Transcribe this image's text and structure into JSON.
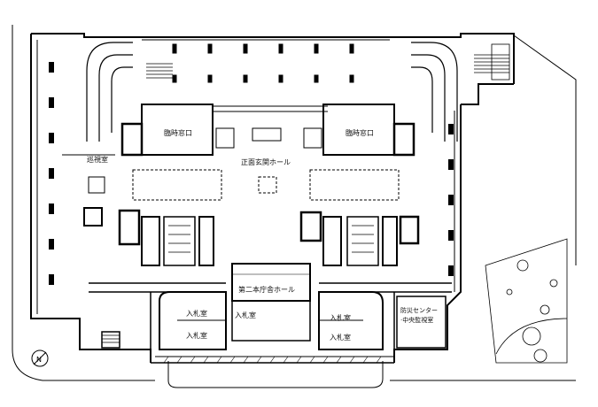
{
  "labels": {
    "temp_counter_left": "臨時窓口",
    "temp_counter_right": "臨時窓口",
    "reception_room": "巡視室",
    "main_entrance_hall": "正面玄関ホール",
    "second_building_hall": "第二本庁舎ホール",
    "bid_room_1": "入札室",
    "bid_room_2": "入札室",
    "bid_room_3": "入札室",
    "bid_room_4": "入札室",
    "bid_room_5": "入札室",
    "disaster_center_line1": "防災センター",
    "disaster_center_line2": "·中央監視室"
  },
  "compass": {
    "symbol": "N"
  }
}
